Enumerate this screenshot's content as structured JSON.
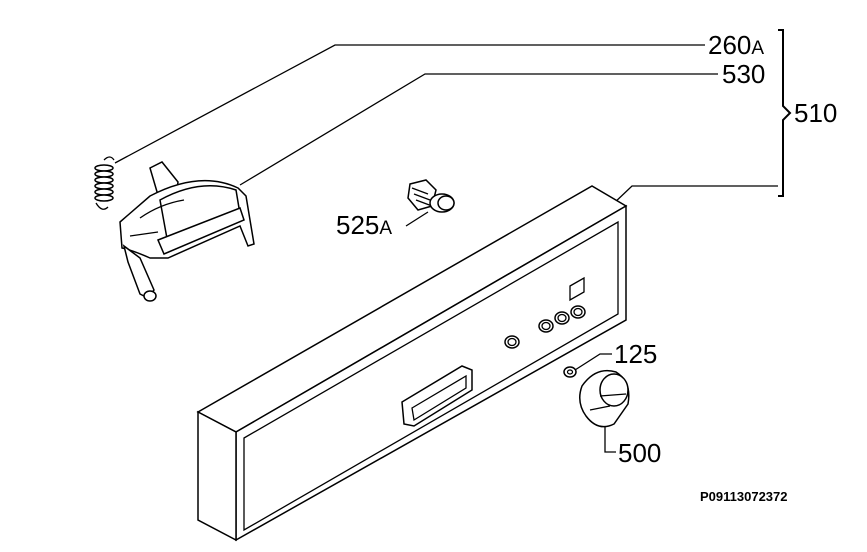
{
  "labels": {
    "spring": {
      "number": "260",
      "suffix": "A"
    },
    "bracket": {
      "number": "530"
    },
    "assembly": {
      "number": "510"
    },
    "lamp": {
      "number": "525",
      "suffix": "A"
    },
    "nut": {
      "number": "125"
    },
    "knob": {
      "number": "500"
    }
  },
  "diagram_code": "P09113072372"
}
